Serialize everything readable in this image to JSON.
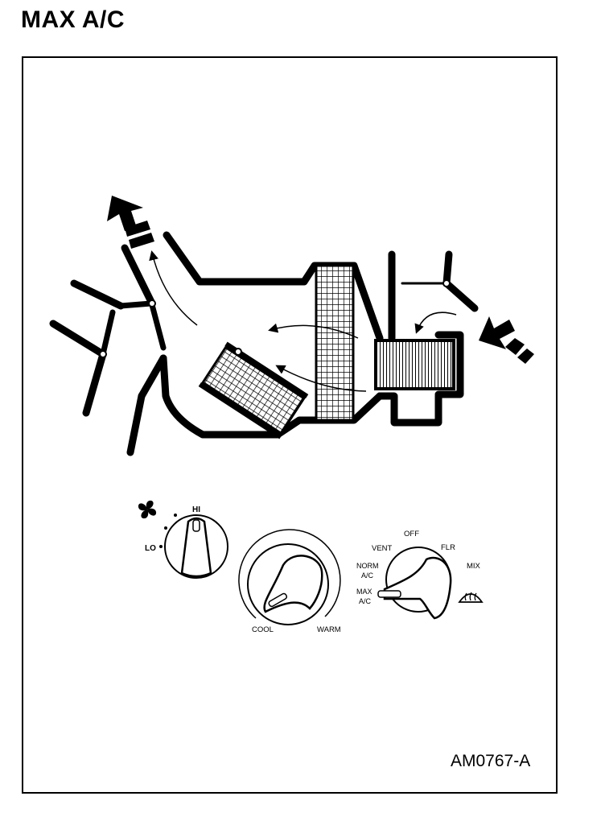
{
  "title": "MAX A/C",
  "figure_code": "AM0767-A",
  "blower_knob": {
    "hi_label": "HI",
    "lo_label": "LO"
  },
  "temp_knob": {
    "cool_label": "COOL",
    "warm_label": "WARM"
  },
  "mode_knob": {
    "off_label": "OFF",
    "vent_label": "VENT",
    "flr_label": "FLR",
    "norm_label_1": "NORM",
    "norm_label_2": "A/C",
    "mix_label": "MIX",
    "max_label_1": "MAX",
    "max_label_2": "A/C",
    "selected": "MAX A/C"
  },
  "icons": [
    "fan-icon",
    "defrost-icon",
    "airflow-arrow-icon"
  ]
}
